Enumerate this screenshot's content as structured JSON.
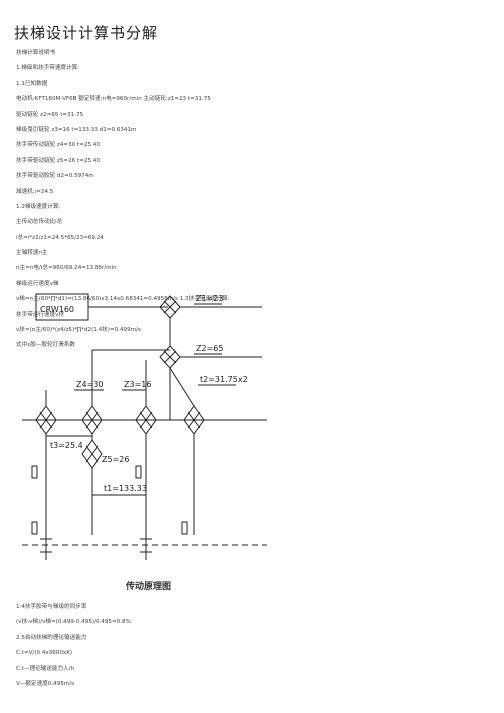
{
  "title": "扶梯设计计算书分解",
  "body_lines": [
    "扶梯计算说明书",
    "1.梯级和扶手带速度计算:",
    "1.1已知数据",
    "电动机:KFT160M-VF6B 额定转速:n电=960r/min 主动链轮:z1=23 t=31.75",
    "驱动链轮 z2=65 t=31.75",
    "梯级曳引链轮 z3=16 t=133.33 d1=0.6341m",
    "扶手带传动链轮 z4=30 t=25.40",
    "扶手带驱动链轮 z5=26 t=25.40",
    "扶手带驱动胶轮 d2=0.5974m",
    "减速机:i=24.5",
    "1.2梯级速度计算:",
    "主传动总传动比i总",
    "i总=i*z2/z1=24.5*65/23=69.24",
    "主轴转速n主",
    "n主=n电/i总=960/69.24=13.86r/min",
    "梯级运行速度v梯",
    "v梯=n主(60*∏*d1)=(13.86/60)x3.14x0.68341=0.4958m/s 1.3扶手带速度计算:",
    "扶手带运行速度v扶",
    "v扶=(n主/60)*(z4/z5)*∏*d2(1.4扶)=0.499m/s",
    "式中ε胶—胶轮打滑系数"
  ],
  "diagram": {
    "motor_label": "CRW160",
    "labels": {
      "z1": "Z1=23",
      "t2": "t2=31.75x2",
      "z2": "Z2=65",
      "z3": "Z3=16",
      "z4": "Z4=30",
      "t3": "t3=25.4",
      "z5": "Z5=26",
      "t1": "t1=133.33"
    },
    "caption": "传动原理图"
  },
  "body_lines_2": [
    "1.4扶手胶带与梯级的同步率",
    "(v扶-v梯)/v梯=(0.499-0.495)/0.495=0.8%",
    "2.5自动扶梯的理论输送能力",
    "C.t=V/(0.4x3600xK)",
    "C.t—理论输送能力人/h",
    "V—额定速度0.495m/s"
  ]
}
